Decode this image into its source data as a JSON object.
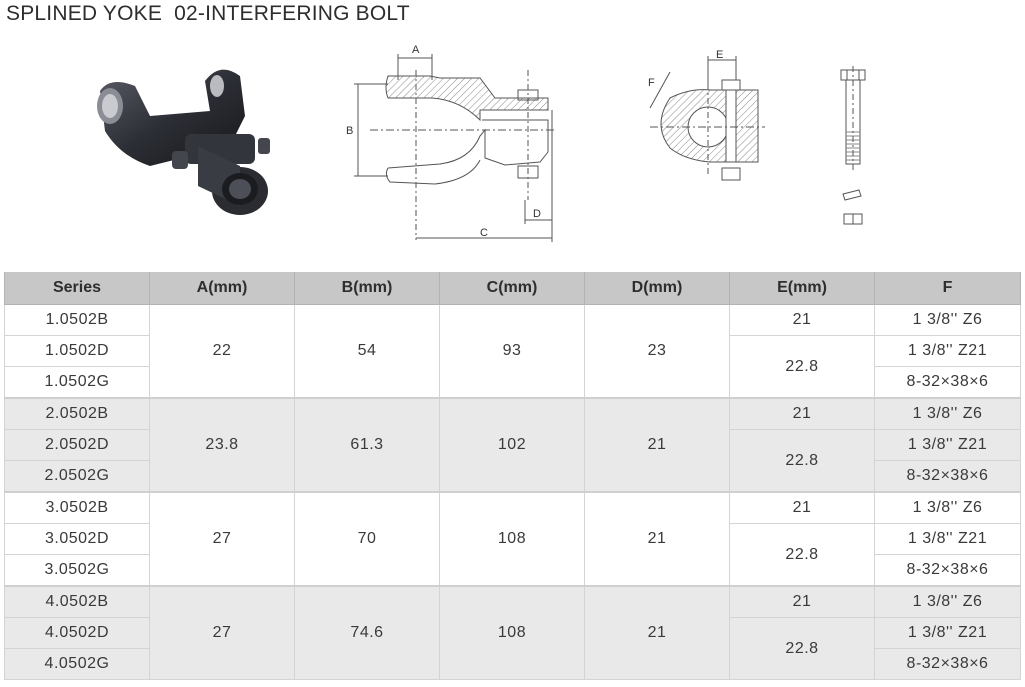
{
  "title": "SPLINED YOKE  02-INTERFERING BOLT",
  "drawings": {
    "photo": "splined-yoke-photo",
    "side_view_labels": [
      "A",
      "B",
      "C",
      "D"
    ],
    "end_view_labels": [
      "E",
      "F"
    ],
    "parts": [
      "bolt",
      "washer",
      "nut"
    ]
  },
  "table": {
    "headers": [
      "Series",
      "A(mm)",
      "B(mm)",
      "C(mm)",
      "D(mm)",
      "E(mm)",
      "F"
    ],
    "groups": [
      {
        "series": [
          "1.0502B",
          "1.0502D",
          "1.0502G"
        ],
        "A": "22",
        "B": "54",
        "C": "93",
        "D": "23",
        "E": [
          "21",
          "22.8"
        ],
        "F": [
          "1 3/8'' Z6",
          "1 3/8'' Z21",
          "8-32×38×6"
        ]
      },
      {
        "series": [
          "2.0502B",
          "2.0502D",
          "2.0502G"
        ],
        "A": "23.8",
        "B": "61.3",
        "C": "102",
        "D": "21",
        "E": [
          "21",
          "22.8"
        ],
        "F": [
          "1 3/8'' Z6",
          "1 3/8'' Z21",
          "8-32×38×6"
        ]
      },
      {
        "series": [
          "3.0502B",
          "3.0502D",
          "3.0502G"
        ],
        "A": "27",
        "B": "70",
        "C": "108",
        "D": "21",
        "E": [
          "21",
          "22.8"
        ],
        "F": [
          "1 3/8'' Z6",
          "1 3/8'' Z21",
          "8-32×38×6"
        ]
      },
      {
        "series": [
          "4.0502B",
          "4.0502D",
          "4.0502G"
        ],
        "A": "27",
        "B": "74.6",
        "C": "108",
        "D": "21",
        "E": [
          "21",
          "22.8"
        ],
        "F": [
          "1 3/8'' Z6",
          "1 3/8'' Z21",
          "8-32×38×6"
        ]
      }
    ]
  }
}
